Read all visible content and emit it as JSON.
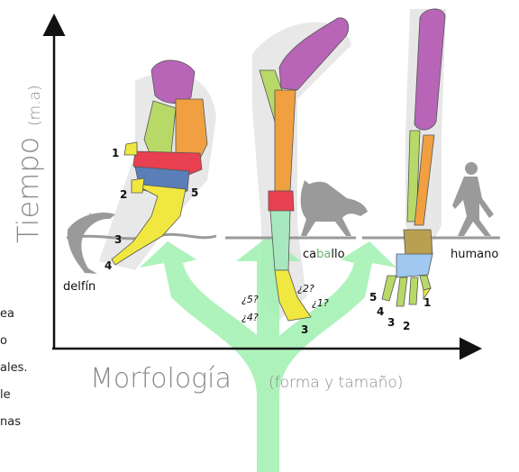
{
  "axes": {
    "y_label": "Tiempo",
    "y_unit": "(m.a)",
    "x_label": "Morfología",
    "x_sub": "(forma y tamaño)"
  },
  "organisms": {
    "dolphin": "delfín",
    "horse_prefix": "ca",
    "horse_mid": "ba",
    "horse_suffix": "llo",
    "human": "humano"
  },
  "dolphin_digits": [
    "1",
    "2",
    "3",
    "4",
    "5"
  ],
  "horse_digits": [
    "¿2?",
    "¿1?",
    "¿5?",
    "¿4?",
    "3"
  ],
  "human_digits": [
    "1",
    "2",
    "3",
    "4",
    "5"
  ],
  "side_text": [
    "ea",
    "o",
    "ales.",
    "le",
    "nas"
  ],
  "colors": {
    "humerus": "#b865b8",
    "ulna": "#b8d868",
    "radius": "#f0a040",
    "carpals": "#e84050",
    "metacarpals": "#5a7fb8",
    "phalanges": "#f0e840",
    "tree": "#a0f0b0",
    "axis": "#111111"
  }
}
